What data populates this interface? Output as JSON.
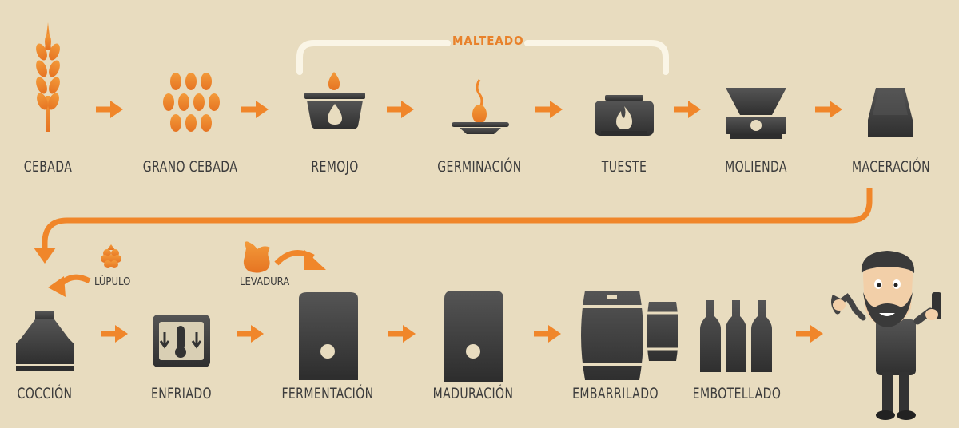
{
  "colors": {
    "background": "#e8dcbf",
    "accent": "#f0862a",
    "dark": "#444444",
    "label": "#3c3c3c",
    "bracket": "#faf5e6"
  },
  "group_label": "MALTEADO",
  "steps_row1": [
    "CEBADA",
    "GRANO CEBADA",
    "REMOJO",
    "GERMINACIÓN",
    "TUESTE",
    "MOLIENDA",
    "MACERACIÓN"
  ],
  "steps_row2": [
    "COCCIÓN",
    "ENFRIADO",
    "FERMENTACIÓN",
    "MADURACIÓN",
    "EMBARRILADO",
    "EMBOTELLADO"
  ],
  "inputs": {
    "hops": "LÚPULO",
    "yeast": "LEVADURA"
  },
  "icons": [
    "wheat-stalk-icon",
    "barley-grains-icon",
    "soak-bowl-icon",
    "sprout-dish-icon",
    "roaster-flame-icon",
    "mill-hopper-icon",
    "mash-tun-icon",
    "brew-kettle-icon",
    "cooler-thermometer-icon",
    "fermenter-tank-icon",
    "maturation-tank-icon",
    "barrels-icon",
    "bottles-icon",
    "bearded-man-with-beer-icon",
    "hop-cone-icon",
    "yeast-sack-icon",
    "arrow-icon"
  ]
}
